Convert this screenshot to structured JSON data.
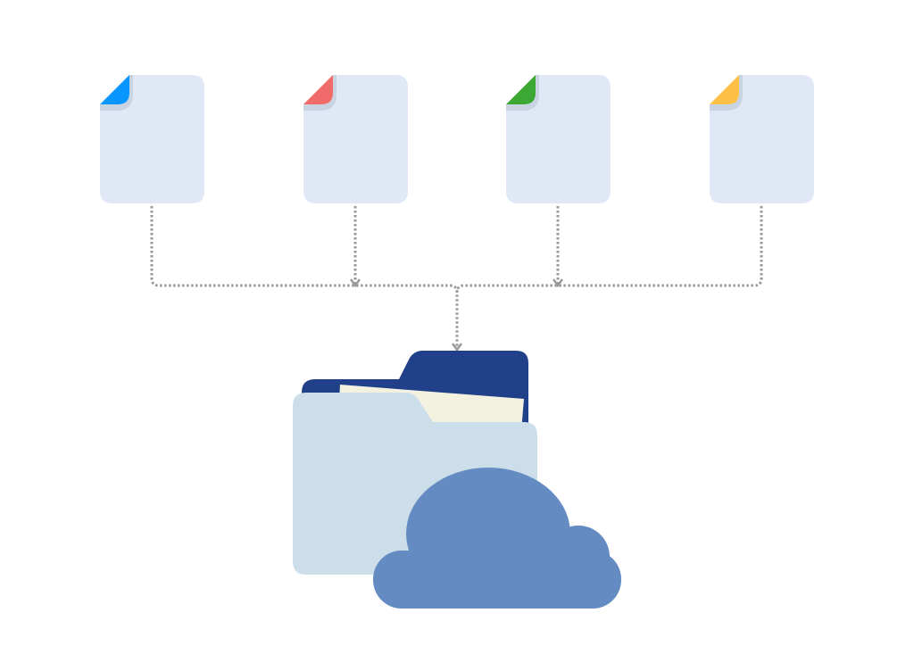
{
  "diagram": {
    "documents": [
      {
        "name": "document-blue",
        "corner_color": "#0a96ff"
      },
      {
        "name": "document-red",
        "corner_color": "#f26b6b"
      },
      {
        "name": "document-green",
        "corner_color": "#3aa832"
      },
      {
        "name": "document-yellow",
        "corner_color": "#ffc145"
      }
    ],
    "colors": {
      "document_fill": "#e0e8f5",
      "connector": "#9a9a9a",
      "folder_back": "#20418a",
      "folder_front": "#cddeeb",
      "paper": "#f3f2e1",
      "cloud": "#648cc2"
    },
    "target": "cloud-folder"
  }
}
